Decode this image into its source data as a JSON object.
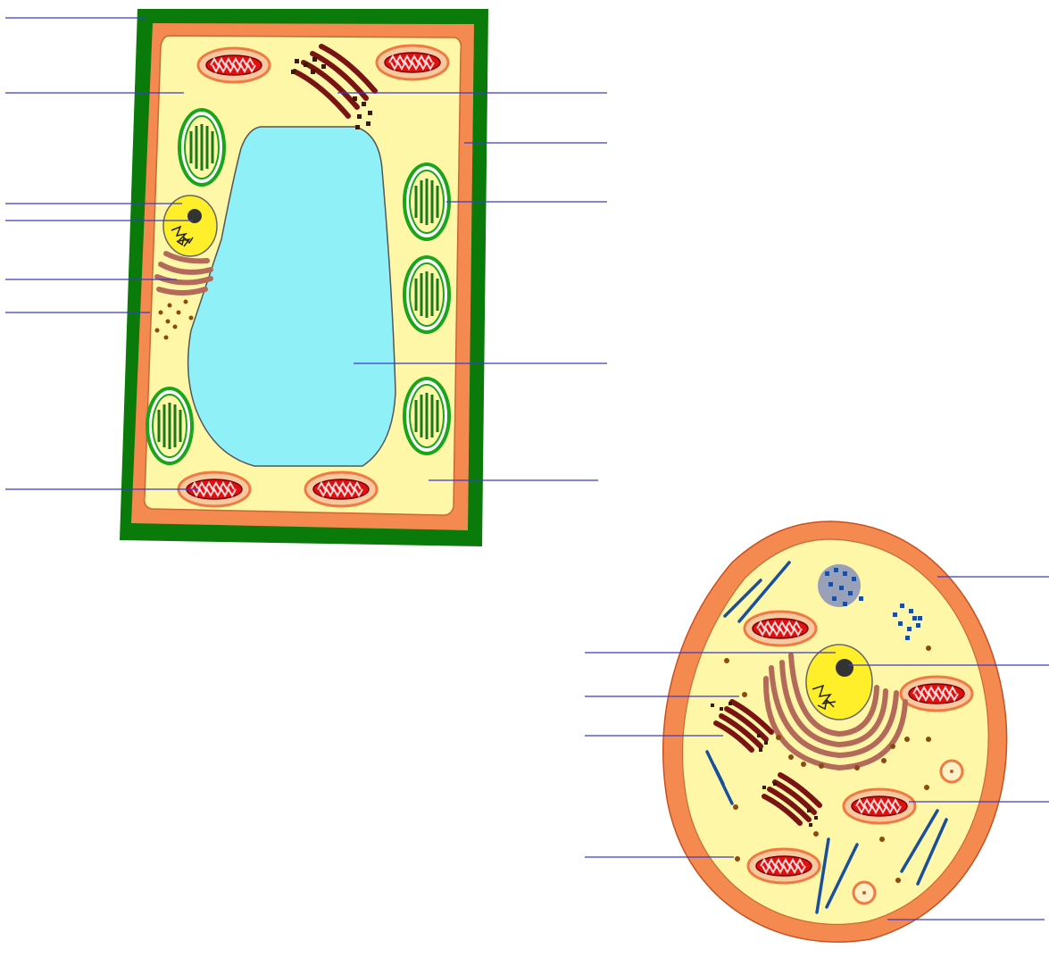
{
  "diagram": {
    "title": "",
    "plant_cell": {
      "name": "plant-cell",
      "parts": [
        "cell-wall",
        "cell-membrane",
        "cytoplasm",
        "nucleus",
        "nucleolus",
        "chromatin",
        "rough-endoplasmic-reticulum",
        "ribosomes",
        "smooth-endoplasmic-reticulum",
        "chloroplast",
        "mitochondrion",
        "central-vacuole"
      ],
      "label_lines_left": 7,
      "label_lines_right": 5
    },
    "animal_cell": {
      "name": "animal-cell",
      "parts": [
        "cell-membrane",
        "cytoplasm",
        "nucleus",
        "nucleolus",
        "chromatin",
        "rough-endoplasmic-reticulum",
        "golgi-apparatus",
        "mitochondrion",
        "lysosome",
        "centriole",
        "smooth-endoplasmic-reticulum",
        "microtubules",
        "ribosomes",
        "free-ribosomes"
      ],
      "label_lines_left": 4,
      "label_lines_right": 4
    },
    "labels_text": [],
    "colors": {
      "cell_wall": "#0a7a0a",
      "membrane": "#f58a50",
      "cytoplasm": "#fff7a8",
      "vacuole": "#8ff0f8",
      "chloroplast_ring": "#2ec12e",
      "mitochondrion_outer": "#f58a50",
      "mitochondrion_inner": "#e01010",
      "nucleus": "#ffee2a",
      "er_rough": "#b36a5a",
      "er_smooth": "#7a1414",
      "ribosome": "#8a4a10",
      "microtubule": "#1a4fa0",
      "leader_line": "#3a3ac8"
    }
  }
}
